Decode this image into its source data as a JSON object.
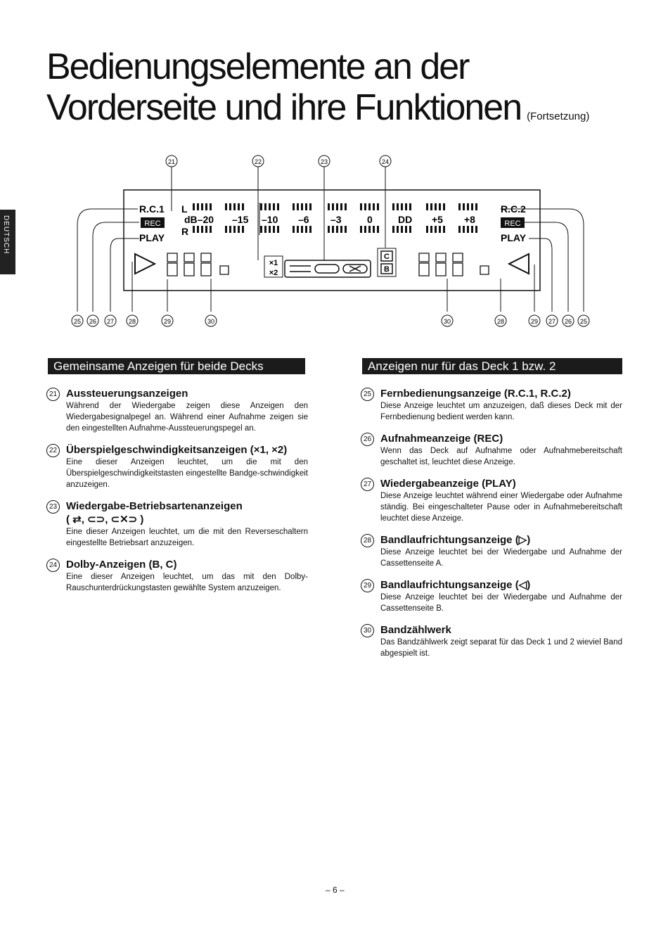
{
  "page": {
    "title_line1": "Bedienungselemente an der",
    "title_line2": "Vorderseite und ihre Funktionen",
    "title_suffix": "(Fortsetzung)",
    "side_tab": "DEUTSCH",
    "page_number": "– 6 –"
  },
  "display": {
    "callouts_top": [
      "21",
      "22",
      "23",
      "24"
    ],
    "callouts_bottom": [
      "25",
      "26",
      "27",
      "28",
      "29",
      "30",
      "30",
      "28",
      "29",
      "27",
      "26",
      "25"
    ],
    "rc1": "R.C.1",
    "rc2": "R.C.2",
    "rec": "REC",
    "play": "PLAY",
    "L": "L",
    "R": "R",
    "db_scale": [
      "dB–20",
      "–15",
      "–10",
      "–6",
      "–3",
      "0",
      "DD",
      "+5",
      "+8"
    ],
    "speed": [
      "×1",
      "×2"
    ],
    "dolby": [
      "C",
      "B"
    ]
  },
  "left": {
    "heading": "Gemeinsame Anzeigen für beide Decks",
    "items": [
      {
        "num": "21",
        "title": "Aussteuerungsanzeigen",
        "text": "Während der Wiedergabe zeigen diese Anzeigen den Wiedergabesignalpegel an. Während einer Aufnahme zeigen sie den eingestellten Aufnahme-Aussteuerungspegel an."
      },
      {
        "num": "22",
        "title": "Überspielgeschwindigkeitsanzeigen (×1, ×2)",
        "text": "Eine dieser Anzeigen leuchtet, um die mit den Überspielgeschwindigkeitstasten eingestellte Bandge-schwindigkeit anzuzeigen."
      },
      {
        "num": "23",
        "title": "Wiedergabe-Betriebsartenanzeigen",
        "title2": "( ⇄, ⊂⊃, ⊂✕⊃ )",
        "text": "Eine dieser Anzeigen leuchtet, um die mit den Reverseschaltern eingestellte Betriebsart anzuzeigen."
      },
      {
        "num": "24",
        "title": "Dolby-Anzeigen (B, C)",
        "text": "Eine dieser Anzeigen leuchtet, um das mit den Dolby-Rauschunterdrückungstasten gewählte System anzuzeigen."
      }
    ]
  },
  "right": {
    "heading": "Anzeigen nur für das Deck 1 bzw. 2",
    "items": [
      {
        "num": "25",
        "title": "Fernbedienungsanzeige (R.C.1, R.C.2)",
        "text": "Diese Anzeige leuchtet um anzuzeigen, daß dieses Deck mit der Fernbedienung bedient werden kann."
      },
      {
        "num": "26",
        "title": "Aufnahmeanzeige (REC)",
        "text": "Wenn das Deck auf Aufnahme oder Aufnahmebereitschaft geschaltet ist, leuchtet diese Anzeige."
      },
      {
        "num": "27",
        "title": "Wiedergabeanzeige (PLAY)",
        "text": "Diese Anzeige leuchtet während einer Wiedergabe oder Aufnahme ständig. Bei eingeschalteter Pause oder in Aufnahmebereitschaft leuchtet diese Anzeige."
      },
      {
        "num": "28",
        "title": "Bandlaufrichtungsanzeige (▷)",
        "text": "Diese Anzeige leuchtet bei der Wiedergabe und Aufnahme der Cassettenseite A."
      },
      {
        "num": "29",
        "title": "Bandlaufrichtungsanzeige (◁)",
        "text": "Diese Anzeige leuchtet bei der Wiedergabe und Aufnahme der Cassettenseite B."
      },
      {
        "num": "30",
        "title": "Bandzählwerk",
        "text": "Das Bandzählwerk zeigt separat für das Deck 1 und 2 wieviel Band abgespielt ist."
      }
    ]
  }
}
